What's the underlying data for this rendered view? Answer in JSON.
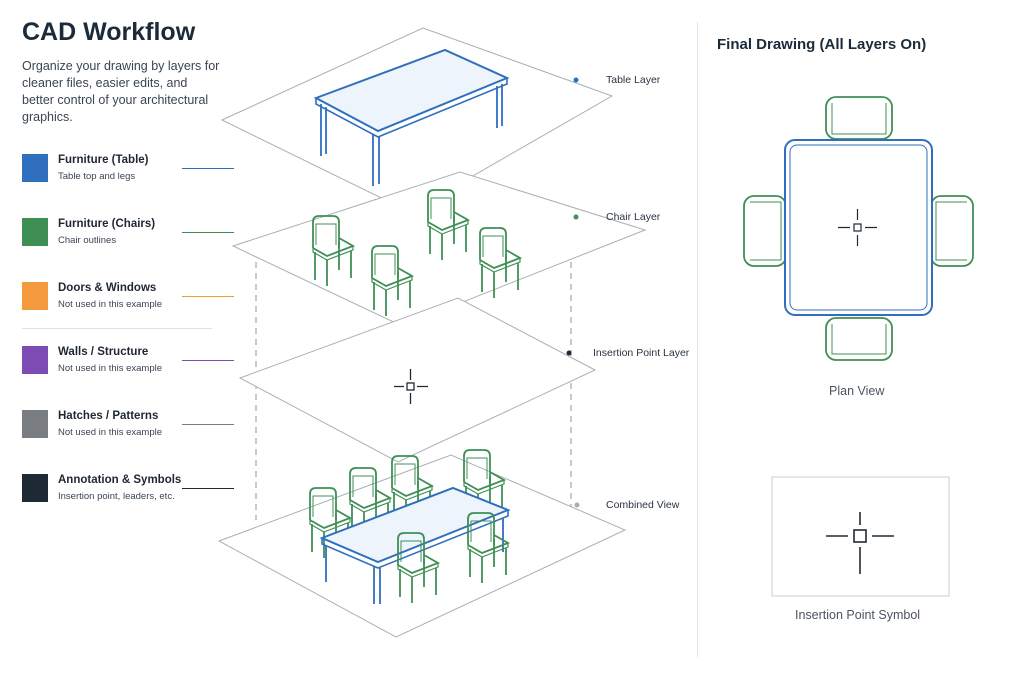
{
  "header": {
    "title": "CAD Workflow",
    "intro": "Organize your drawing by layers for cleaner files, easier edits, and better control of your architectural graphics."
  },
  "legend": [
    {
      "name": "Furniture (Table)",
      "desc": "Table top and legs",
      "color": "#2f6fbd"
    },
    {
      "name": "Furniture (Chairs)",
      "desc": "Chair outlines",
      "color": "#3f8f55"
    },
    {
      "name": "Doors & Windows",
      "desc": "Not used in this example",
      "color": "#f39a3c"
    },
    {
      "name": "Walls / Structure",
      "desc": "Not used in this example",
      "color": "#7d4db3"
    },
    {
      "name": "Hatches / Patterns",
      "desc": "Not used in this example",
      "color": "#7a7d82"
    },
    {
      "name": "Annotation & Symbols",
      "desc": "Insertion point, leaders, etc.",
      "color": "#1f2933"
    }
  ],
  "layers": {
    "table": "Table Layer",
    "chair": "Chair Layer",
    "insertion": "Insertion Point Layer",
    "combined": "Combined View"
  },
  "right": {
    "title": "Final Drawing (All Layers On)",
    "plan_caption": "Plan View",
    "symbol_caption": "Insertion Point Symbol"
  },
  "colors": {
    "table": "#2f6fbd",
    "chair": "#3f8f55",
    "annotation": "#1f2933",
    "plane": "#a9afb6"
  }
}
